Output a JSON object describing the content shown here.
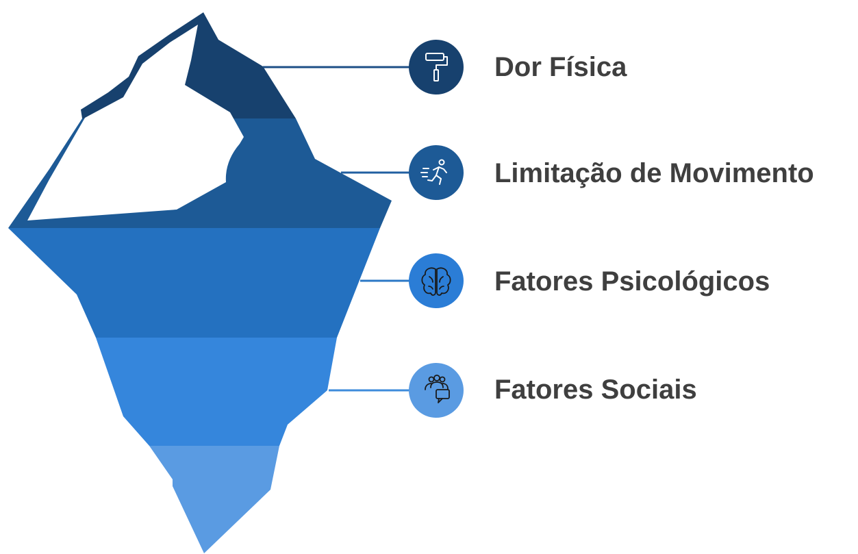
{
  "layers": [
    {
      "label": "Dor Física",
      "icon": "paint-roller-icon",
      "color": "#17416e"
    },
    {
      "label": "Limitação de Movimento",
      "icon": "running-person-icon",
      "color": "#1d5a96"
    },
    {
      "label": "Fatores Psicológicos",
      "icon": "brain-icon",
      "color": "#2471c0"
    },
    {
      "label": "Fatores Sociais",
      "icon": "people-chat-icon",
      "color": "#3586dc"
    }
  ],
  "colors": {
    "base": "#5a9be2",
    "text": "#3f3f3f",
    "connector": "#2b72c0"
  }
}
